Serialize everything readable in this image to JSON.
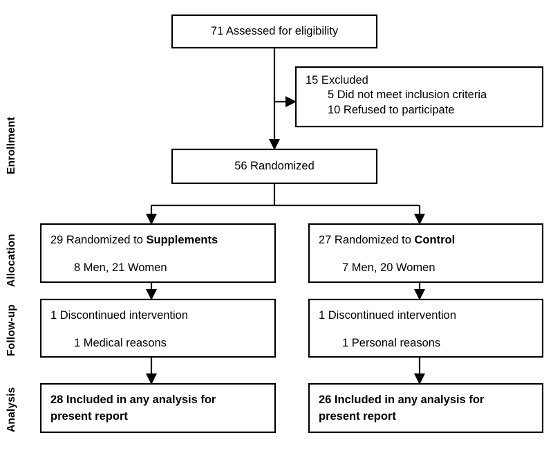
{
  "figure": {
    "type": "consort-flow-diagram",
    "title": "",
    "background_color": "#ffffff",
    "line_color": "#000000"
  },
  "stages": [
    {
      "id": "enrollment",
      "label": "Enrollment"
    },
    {
      "id": "allocation",
      "label": "Allocation"
    },
    {
      "id": "followup",
      "label": "Follow-up"
    },
    {
      "id": "analysis",
      "label": "Analysis"
    }
  ],
  "nodes": {
    "assessed": {
      "line1": "71 Assessed for eligibility"
    },
    "excluded": {
      "line1": "15 Excluded",
      "line2": "5 Did not meet inclusion criteria",
      "line3": "10 Refused to participate"
    },
    "randomized": {
      "line1": "56 Randomized"
    },
    "alloc_left": {
      "line1_prefix": "29 Randomized to ",
      "line1_bold": "Supplements",
      "line2": "8 Men, 21 Women"
    },
    "alloc_right": {
      "line1_prefix": "27 Randomized to ",
      "line1_bold": "Control",
      "line2": "7 Men, 20 Women"
    },
    "followup_left": {
      "line1": "1 Discontinued intervention",
      "line2": "1 Medical reasons"
    },
    "followup_right": {
      "line1": "1 Discontinued intervention",
      "line2": "1 Personal reasons"
    },
    "analysis_left": {
      "line1": "28 Included in any analysis for",
      "line2": "present report"
    },
    "analysis_right": {
      "line1": "26 Included in any analysis for",
      "line2": "present report"
    }
  },
  "counts": {
    "assessed_for_eligibility": 71,
    "excluded_total": 15,
    "excluded_not_meeting_criteria": 5,
    "excluded_refused": 10,
    "randomized_total": 56,
    "supplements_allocated": 29,
    "supplements_men": 8,
    "supplements_women": 21,
    "control_allocated": 27,
    "control_men": 7,
    "control_women": 20,
    "supplements_discontinued": 1,
    "control_discontinued": 1,
    "supplements_analyzed": 28,
    "control_analyzed": 26
  }
}
